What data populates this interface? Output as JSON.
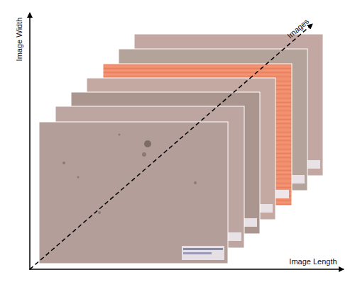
{
  "diagram": {
    "labels": [
      "Image Width",
      "Image Length",
      "Images"
    ]
  }
}
